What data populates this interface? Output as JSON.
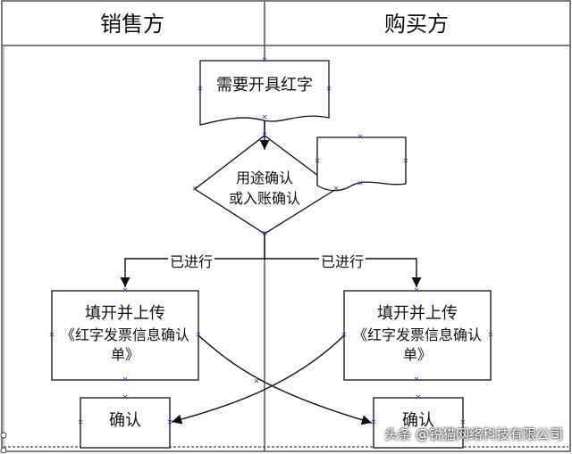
{
  "lanes": {
    "seller": "销售方",
    "buyer": "购买方"
  },
  "nodes": {
    "need_red": "需要开具红字",
    "decision_line1": "用途确认",
    "decision_line2": "或入账确认",
    "seller_upload_line1": "填开并上传",
    "seller_upload_line2": "《红字发票信息确认",
    "seller_upload_line3": "单》",
    "buyer_upload_line1": "填开并上传",
    "buyer_upload_line2": "《红字发票信息确认",
    "buyer_upload_line3": "单》",
    "seller_confirm": "确认",
    "buyer_confirm": "确认"
  },
  "edges": {
    "left_label": "已进行",
    "right_label": "已进行"
  },
  "watermark": "头条 @锐猫网络科技有限公司",
  "colors": {
    "line": "#111111",
    "marker": "#2a3cc8",
    "background": "#ffffff"
  }
}
